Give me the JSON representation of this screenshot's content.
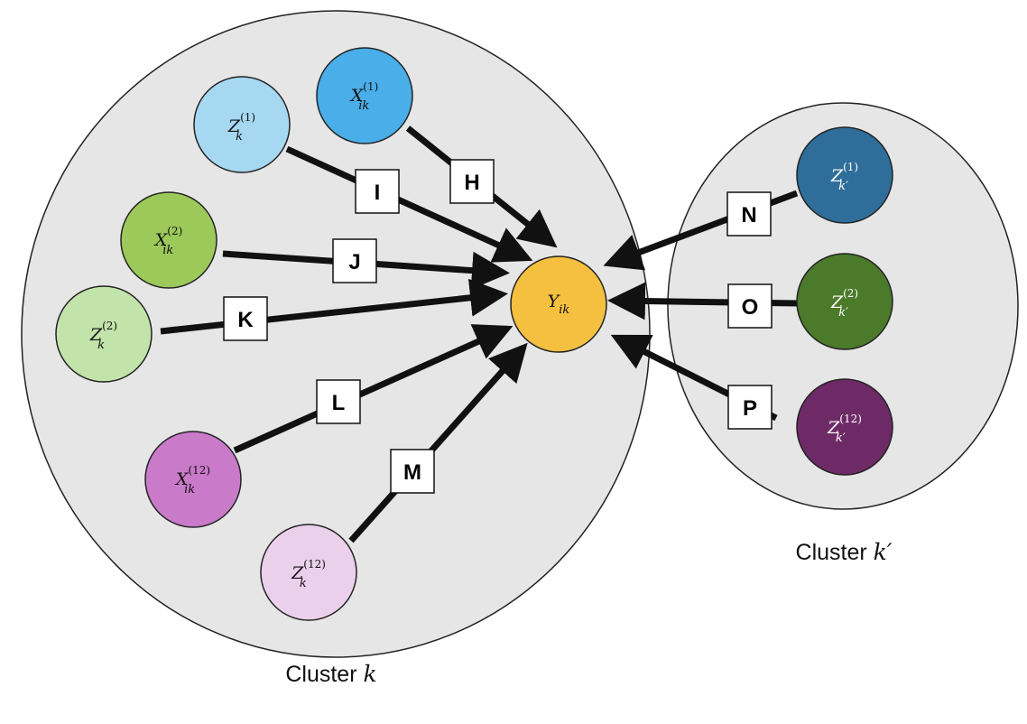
{
  "clusters": {
    "k": {
      "caption_prefix": "Cluster ",
      "caption_var": "k"
    },
    "k_prime": {
      "caption_prefix": "Cluster ",
      "caption_var": "k′"
    }
  },
  "nodes": {
    "Z_k_1": {
      "base": "Z",
      "sup": "(1)",
      "sub": "k",
      "color": "#a6d8f2",
      "text_color": "#111111"
    },
    "X_ik_1": {
      "base": "X",
      "sup": "(1)",
      "sub": "ik",
      "color": "#4aaee8",
      "text_color": "#111111"
    },
    "X_ik_2": {
      "base": "X",
      "sup": "(2)",
      "sub": "ik",
      "color": "#9cc95a",
      "text_color": "#111111"
    },
    "Z_k_2": {
      "base": "Z",
      "sup": "(2)",
      "sub": "k",
      "color": "#c2e3aa",
      "text_color": "#111111"
    },
    "X_ik_12": {
      "base": "X",
      "sup": "(12)",
      "sub": "ik",
      "color": "#c97ac9",
      "text_color": "#111111"
    },
    "Z_k_12": {
      "base": "Z",
      "sup": "(12)",
      "sub": "k",
      "color": "#ebd0eb",
      "text_color": "#111111"
    },
    "Y_ik": {
      "base": "Y",
      "sup": "",
      "sub": "ik",
      "color": "#f5c040",
      "text_color": "#111111"
    },
    "Z_kp_1": {
      "base": "Z",
      "sup": "(1)",
      "sub": "k′",
      "color": "#2f6e9a",
      "text_color": "#ffffff"
    },
    "Z_kp_2": {
      "base": "Z",
      "sup": "(2)",
      "sub": "k′",
      "color": "#4a7a2a",
      "text_color": "#ffffff"
    },
    "Z_kp_12": {
      "base": "Z",
      "sup": "(12)",
      "sub": "k′",
      "color": "#6e2a66",
      "text_color": "#ffffff"
    }
  },
  "edges": {
    "H": {
      "label": "H",
      "from": "X_ik_1",
      "to": "Y_ik"
    },
    "I": {
      "label": "I",
      "from": "Z_k_1",
      "to": "Y_ik"
    },
    "J": {
      "label": "J",
      "from": "X_ik_2",
      "to": "Y_ik"
    },
    "K": {
      "label": "K",
      "from": "Z_k_2",
      "to": "Y_ik"
    },
    "L": {
      "label": "L",
      "from": "X_ik_12",
      "to": "Y_ik"
    },
    "M": {
      "label": "M",
      "from": "Z_k_12",
      "to": "Y_ik"
    },
    "N": {
      "label": "N",
      "from": "Z_kp_1",
      "to": "Y_ik"
    },
    "O": {
      "label": "O",
      "from": "Z_kp_2",
      "to": "Y_ik"
    },
    "P": {
      "label": "P",
      "from": "Z_kp_12",
      "to": "Y_ik"
    }
  },
  "colors": {
    "cluster_fill": "#e6e6e6",
    "cluster_stroke": "#222222",
    "arrow": "#111111",
    "label_box_fill": "#ffffff"
  }
}
